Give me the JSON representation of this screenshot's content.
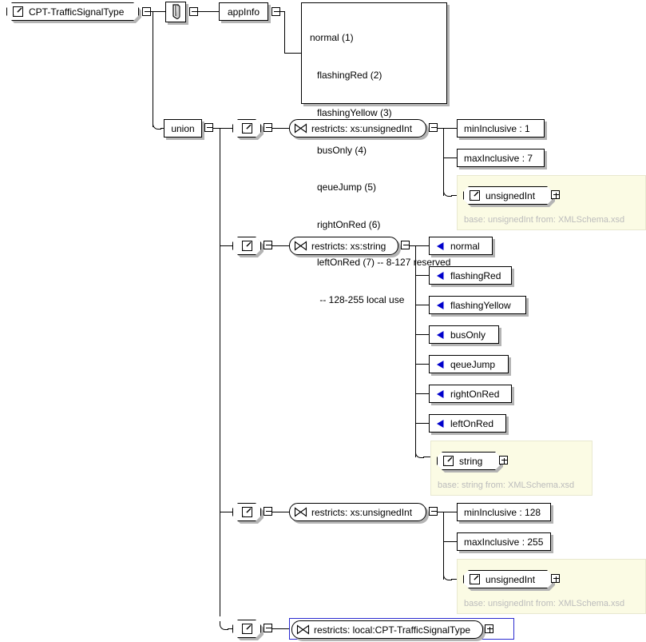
{
  "diagram": {
    "kind": "xml-schema-simpletype-diagram",
    "root": {
      "label": "CPT-TrafficSignalType",
      "icon": "simple-type-icon",
      "expander": "minus"
    },
    "annotation": {
      "icon": "annotation-icon",
      "appinfo_label": "appInfo",
      "documentation_lines": [
        "normal (1)",
        "flashingRed (2)",
        "flashingYellow (3)",
        "busOnly (4)",
        "qeueJump (5)",
        "rightOnRed (6)",
        "leftOnRed (7) -- 8-127 reserved",
        " -- 128-255 local use"
      ]
    },
    "union": {
      "label": "union",
      "expander": "minus"
    },
    "members": [
      {
        "id": "member-1",
        "restriction_label": "restricts: xs:unsignedInt",
        "facets": [
          {
            "label": "minInclusive : 1"
          },
          {
            "label": "maxInclusive : 7"
          }
        ],
        "base": {
          "label": "unsignedInt",
          "caption": "base: unsignedInt from: XMLSchema.xsd",
          "expander": "plus"
        }
      },
      {
        "id": "member-2",
        "restriction_label": "restricts: xs:string",
        "facets": [
          {
            "label": "normal"
          },
          {
            "label": "flashingRed"
          },
          {
            "label": "flashingYellow"
          },
          {
            "label": "busOnly"
          },
          {
            "label": "qeueJump"
          },
          {
            "label": "rightOnRed"
          },
          {
            "label": "leftOnRed"
          }
        ],
        "base": {
          "label": "string",
          "caption": "base: string from: XMLSchema.xsd",
          "expander": "plus"
        }
      },
      {
        "id": "member-3",
        "restriction_label": "restricts: xs:unsignedInt",
        "facets": [
          {
            "label": "minInclusive : 128"
          },
          {
            "label": "maxInclusive : 255"
          }
        ],
        "base": {
          "label": "unsignedInt",
          "caption": "base: unsignedInt from: XMLSchema.xsd",
          "expander": "plus"
        }
      },
      {
        "id": "member-4",
        "restriction_label": "restricts: local:CPT-TrafficSignalType",
        "selected": true,
        "expander": "plus",
        "facets": [],
        "base": null
      }
    ],
    "colors": {
      "line": "#000000",
      "shadow": "#b4b4b4",
      "base_panel_bg": "#fbfbe4",
      "base_caption": "#bcbcbc",
      "selection": "#2a2ad0",
      "enum_marker": "#0000cc",
      "node_bg": "#ffffff"
    }
  }
}
